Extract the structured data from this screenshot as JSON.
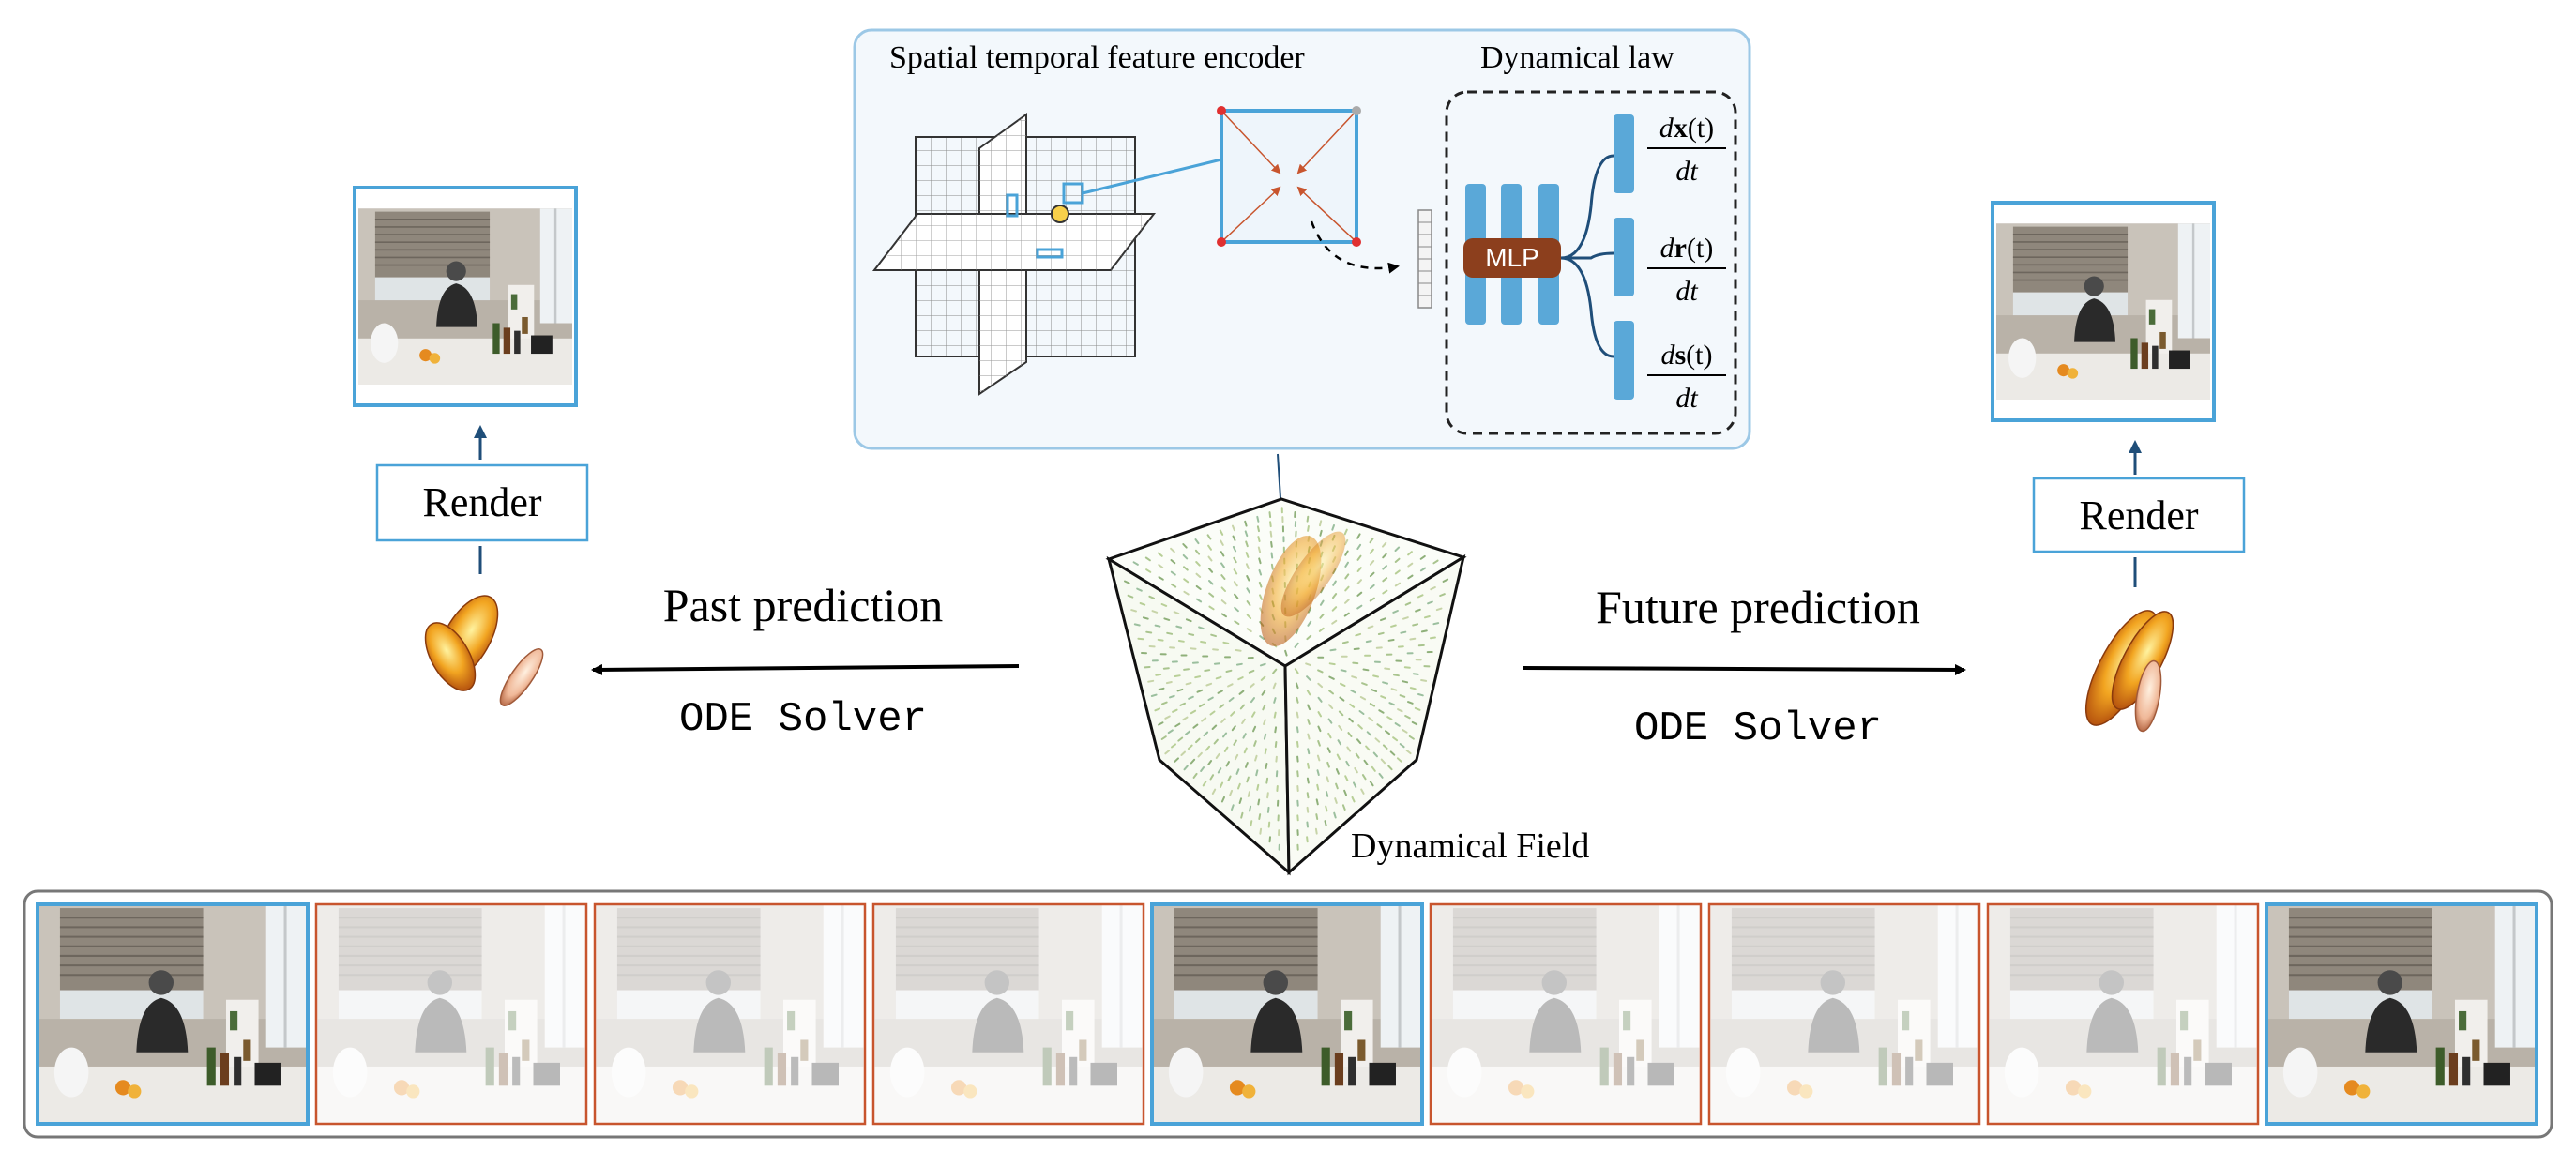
{
  "encoder": {
    "title": "Spatial temporal feature encoder",
    "dynamical_law": {
      "title": "Dynamical law",
      "mlp_label": "MLP",
      "outputs": [
        {
          "num_d": "d",
          "num_var": "x",
          "num_arg": "(t)",
          "den": "dt"
        },
        {
          "num_d": "d",
          "num_var": "r",
          "num_arg": "(t)",
          "den": "dt"
        },
        {
          "num_d": "d",
          "num_var": "s",
          "num_arg": "(t)",
          "den": "dt"
        }
      ]
    }
  },
  "left": {
    "render_label": "Render",
    "prediction_label": "Past prediction",
    "solver_label": "ODE Solver"
  },
  "right": {
    "render_label": "Render",
    "prediction_label": "Future prediction",
    "solver_label": "ODE Solver"
  },
  "field_label": "Dynamical Field",
  "frames": [
    {
      "observed": true
    },
    {
      "observed": false
    },
    {
      "observed": false
    },
    {
      "observed": false
    },
    {
      "observed": true
    },
    {
      "observed": false
    },
    {
      "observed": false
    },
    {
      "observed": false
    },
    {
      "observed": true
    }
  ],
  "colors": {
    "observed_frame": "#4aa3d8",
    "predicted_frame": "#c8552e",
    "encoder_panel_border": "#9cc8e6",
    "encoder_panel_fill": "#f3f8fc",
    "mlp_fill": "#8c3f1d",
    "bar_fill": "#5aa8d8",
    "arrow": "#1f4e79"
  }
}
